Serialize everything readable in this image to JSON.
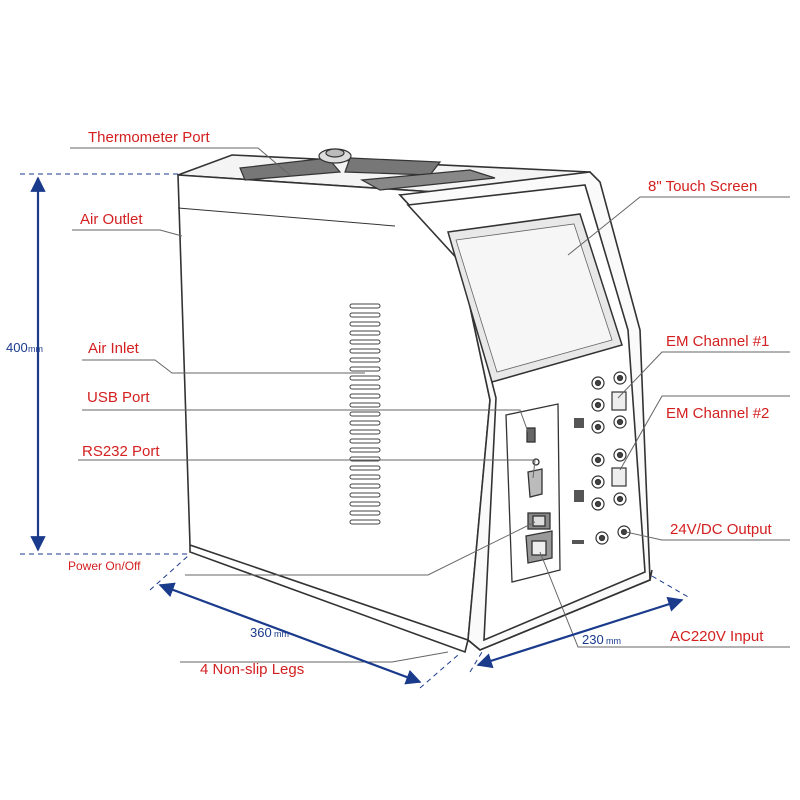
{
  "labels": {
    "thermometer_port": "Thermometer Port",
    "air_outlet": "Air Outlet",
    "air_inlet": "Air Inlet",
    "usb_port": "USB Port",
    "rs232_port": "RS232 Port",
    "power_on_off": "Power On/Off",
    "four_legs": "4 Non-slip Legs",
    "touch_screen": "8\" Touch Screen",
    "em_channel_1": "EM Channel #1",
    "em_channel_2": "EM Channel #2",
    "dc_output": "24V/DC Output",
    "ac_input": "AC220V Input"
  },
  "dimensions": {
    "height_value": "400",
    "depth_value": "360",
    "width_value": "230",
    "unit": "mm"
  },
  "colors": {
    "label_text": "#d32020",
    "dimension": "#1a3a8c",
    "outline": "#333333",
    "leader": "#555555"
  }
}
